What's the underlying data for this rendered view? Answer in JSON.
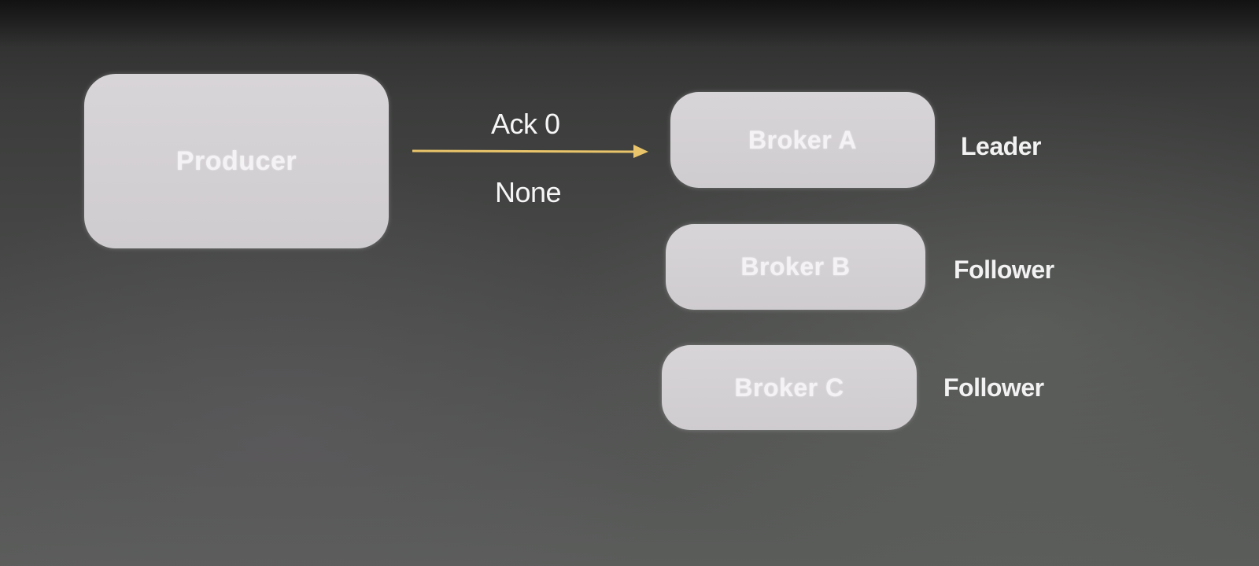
{
  "diagram": {
    "producer": {
      "label": "Producer"
    },
    "connection": {
      "top_label": "Ack 0",
      "bottom_label": "None"
    },
    "brokers": [
      {
        "label": "Broker A",
        "role": "Leader"
      },
      {
        "label": "Broker B",
        "role": "Follower"
      },
      {
        "label": "Broker C",
        "role": "Follower"
      }
    ]
  },
  "colors": {
    "box_fill": "#d5d2d5",
    "box_text": "#f4f2f4",
    "arrow": "#e9c46a",
    "label_text": "#f2f2f2",
    "background": "#3b3c3b"
  }
}
